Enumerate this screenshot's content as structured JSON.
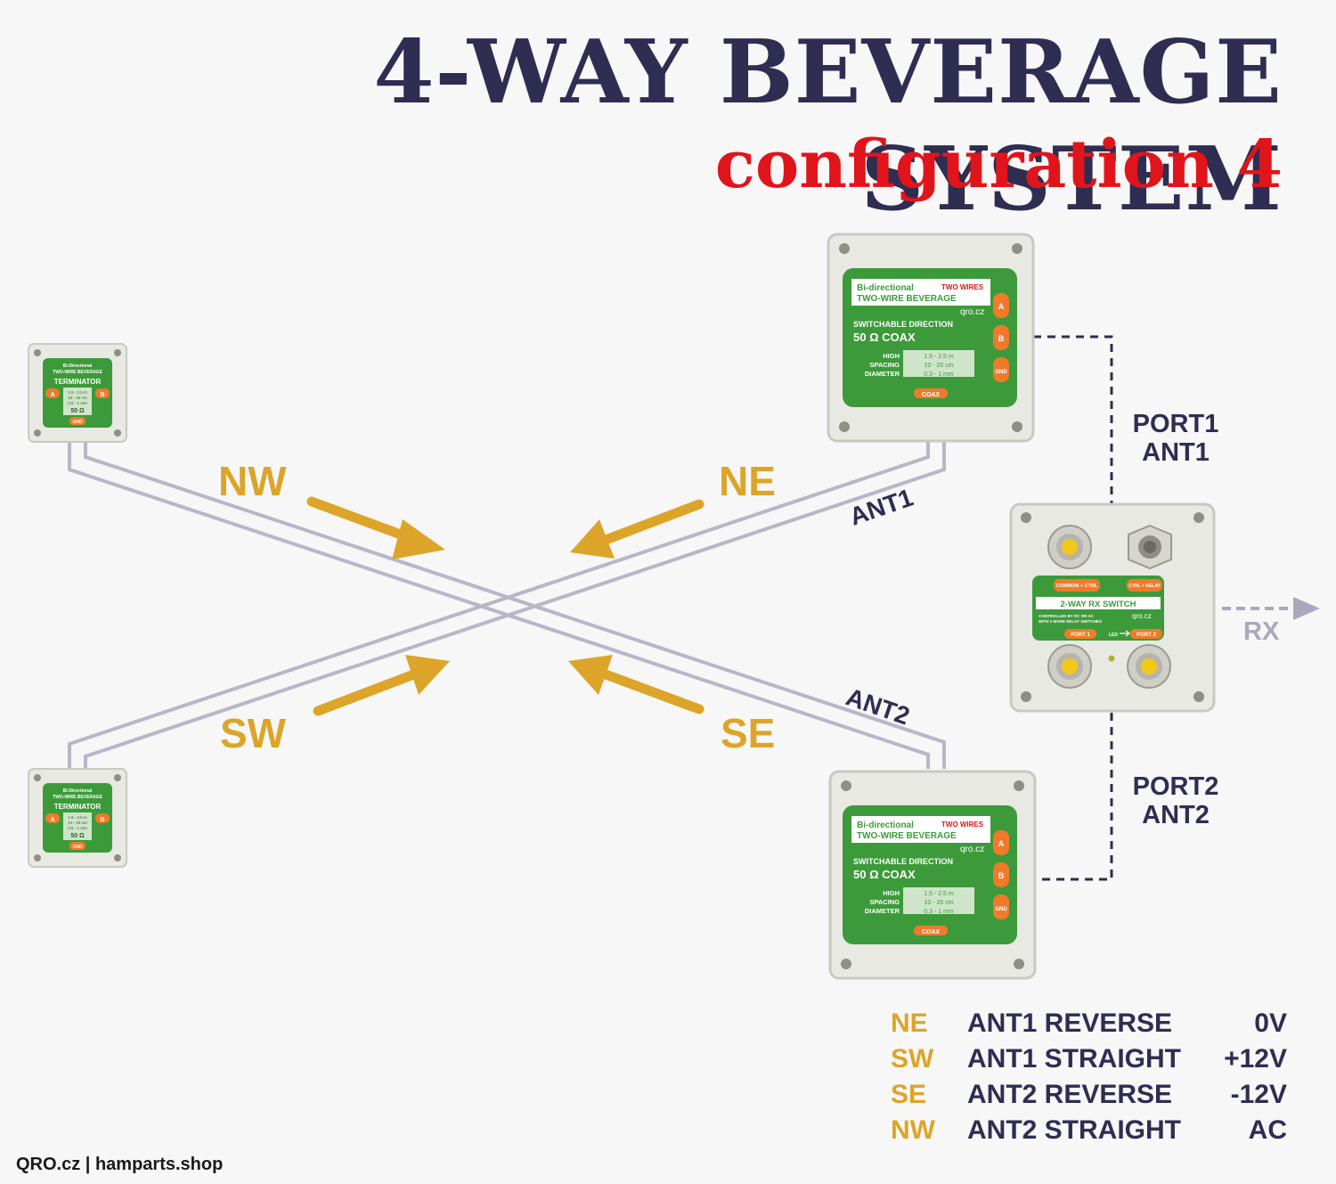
{
  "title": "4-WAY BEVERAGE SYSTEM",
  "subtitle": "configuration 4",
  "directions": {
    "nw": "NW",
    "ne": "NE",
    "sw": "SW",
    "se": "SE"
  },
  "wire_labels": {
    "ant1": "ANT1",
    "ant2": "ANT2"
  },
  "ports": {
    "port1_a": "PORT1",
    "port1_b": "ANT1",
    "port2_a": "PORT2",
    "port2_b": "ANT2",
    "rx": "RX"
  },
  "beverage_unit": {
    "line1": "Bi-directional",
    "tag": "TWO WIRES",
    "line2": "TWO-WIRE BEVERAGE",
    "brand": "qro.cz",
    "switchable": "SWITCHABLE DIRECTION",
    "coax_ohm": "50 Ω COAX",
    "spec_labels": [
      "HIGH",
      "SPACING",
      "DIAMETER"
    ],
    "spec_values": [
      "1.5 - 2.5 m",
      "10 - 20 cm",
      "0.3 - 1 mm"
    ],
    "pins": [
      "A",
      "B",
      "GND"
    ],
    "coax": "COAX"
  },
  "terminator": {
    "line1": "Bi-Directional",
    "line2": "TWO-WIRE BEVERAGE",
    "name": "TERMINATOR",
    "specs": [
      "1.5 - 2.5 m",
      "10 - 20 cm",
      "0.5 - 1 mm"
    ],
    "ohm": "50 Ω",
    "pins": [
      "A",
      "B",
      "GND"
    ]
  },
  "switch": {
    "common": "COMMON + CTRL",
    "ctrl": "CTRL + RELAY",
    "name": "2-WAY RX SWITCH",
    "note1": "CONTROLLED BY DC OR AC",
    "note2": "WITH 2 MORE RELAY SWITCHES",
    "brand": "qro.cz",
    "port1": "PORT 1",
    "led": "LED",
    "port2": "PORT 2"
  },
  "legend": [
    {
      "dir": "NE",
      "desc": "ANT1 REVERSE",
      "volt": "0V"
    },
    {
      "dir": "SW",
      "desc": "ANT1 STRAIGHT",
      "volt": "+12V"
    },
    {
      "dir": "SE",
      "desc": "ANT2 REVERSE",
      "volt": "-12V"
    },
    {
      "dir": "NW",
      "desc": "ANT2 STRAIGHT",
      "volt": "AC"
    }
  ],
  "footer": "QRO.cz | hamparts.shop",
  "colors": {
    "navy": "#2e2d52",
    "red": "#e0151b",
    "gold": "#dca52a",
    "green": "#3c9a3a",
    "orange": "#f07a2a",
    "wire": "#b8b6c8"
  }
}
